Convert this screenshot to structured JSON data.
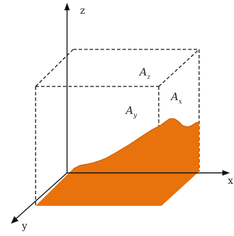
{
  "axes": {
    "z_label": "z",
    "x_label": "x",
    "y_label": "y"
  },
  "faces": {
    "top": {
      "letter": "A",
      "sub": "z"
    },
    "side_x": {
      "letter": "A",
      "sub": "x"
    },
    "side_y": {
      "letter": "A",
      "sub": "y"
    }
  },
  "colors": {
    "line": "#111111",
    "surface_fill": "#E8720C"
  }
}
